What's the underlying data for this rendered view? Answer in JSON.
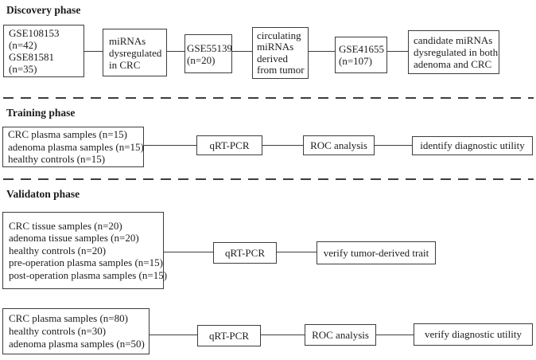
{
  "titles": {
    "discovery": "Discovery phase",
    "training": "Training phase",
    "validation": "Validaton phase"
  },
  "discovery": {
    "gse_datasets_box": [
      "GSE108153",
      "(n=42)",
      "GSE81581",
      "(n=35)"
    ],
    "mirnas_dysregulated_box": [
      "miRNAs",
      "dysregulated",
      "in CRC"
    ],
    "gse55139_box": [
      "GSE55139",
      "(n=20)"
    ],
    "circulating_mirnas_box": [
      "circulating",
      "miRNAs",
      "derived",
      "from tumor"
    ],
    "gse41655_box": [
      "GSE41655",
      "(n=107)"
    ],
    "candidate_mirnas_box": [
      "candidate miRNAs",
      "dysregulated in both",
      "adenoma and CRC"
    ]
  },
  "training": {
    "samples_box": [
      "CRC plasma samples (n=15)",
      "adenoma plasma samples (n=15)",
      "healthy controls (n=15)"
    ],
    "qrtpcr_label": "qRT-PCR",
    "roc_label": "ROC analysis",
    "outcome_label": "identify diagnostic utility"
  },
  "validation": {
    "tissue_samples_box": [
      "CRC tissue samples (n=20)",
      "adenoma tissue samples (n=20)",
      "healthy controls (n=20)",
      "pre-operation plasma samples (n=15)",
      "post-operation plasma samples (n=15)"
    ],
    "qrtpcr1_label": "qRT-PCR",
    "verify_trait_label": "verify tumor-derived trait",
    "plasma_samples_box": [
      "CRC plasma samples (n=80)",
      "healthy controls (n=30)",
      "adenoma plasma samples (n=50)"
    ],
    "qrtpcr2_label": "qRT-PCR",
    "roc_label": "ROC analysis",
    "verify_utility_label": "verify diagnostic utility"
  },
  "colors": {
    "line": "#3d3d3d",
    "text": "#1c1c1c",
    "background": "#ffffff"
  }
}
